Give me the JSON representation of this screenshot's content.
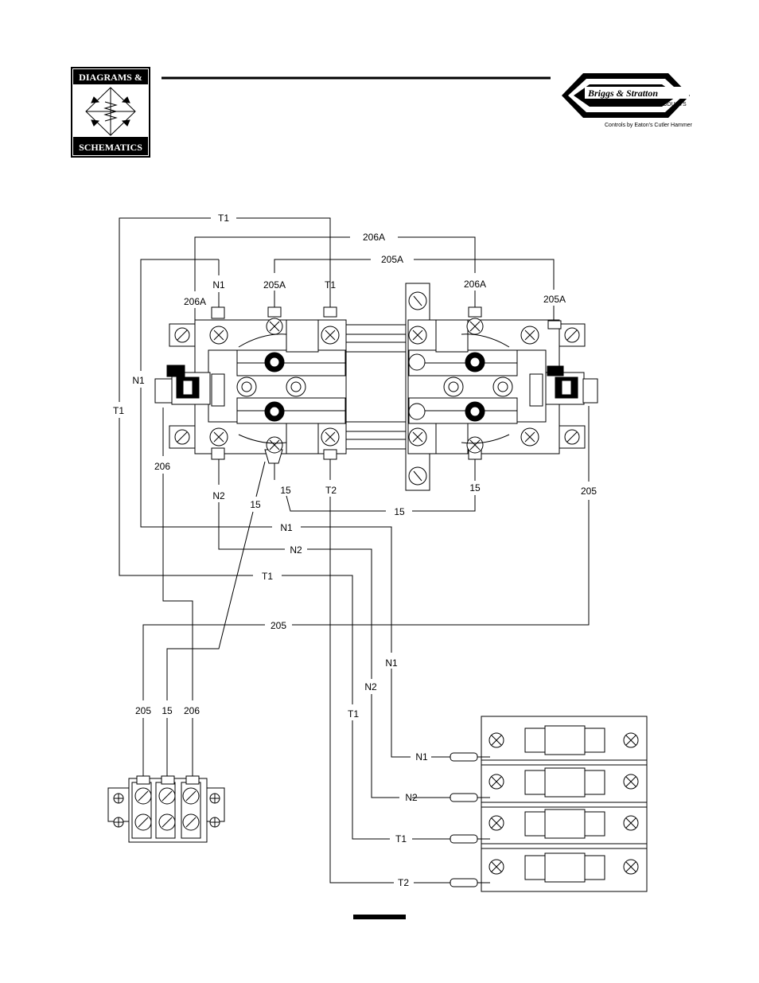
{
  "header": {
    "badge_top": "DIAGRAMS &",
    "badge_bottom": "SCHEMATICS",
    "brand_name": "Briggs & Stratton",
    "brand_sub": "POWER PRODUCTS",
    "brand_tagline": "Controls by Eaton's Cutler Hammer"
  },
  "wire_labels": {
    "t1_top": "T1",
    "w206a_top": "206A",
    "w205a_top": "205A",
    "n1_term": "N1",
    "w205a_left": "205A",
    "t1_term": "T1",
    "w206a_right": "206A",
    "w205a_right": "205A",
    "w206a_left": "206A",
    "n1_side": "N1",
    "t1_side": "T1",
    "w206_side": "206",
    "n2_bottom": "N2",
    "w15_bottom": "15",
    "t2_bottom": "T2",
    "w15_right": "15",
    "w205_right": "205",
    "w15_mid": "15",
    "w15_run": "15",
    "n1_run": "N1",
    "n2_run": "N2",
    "t1_run": "T1",
    "w205_run": "205",
    "n1_drop": "N1",
    "n2_drop": "N2",
    "t1_drop": "T1",
    "w205_block": "205",
    "w15_block": "15",
    "w206_block": "206",
    "n1_lug": "N1",
    "n2_lug": "N2",
    "t1_lug": "T1",
    "t2_lug": "T2"
  }
}
